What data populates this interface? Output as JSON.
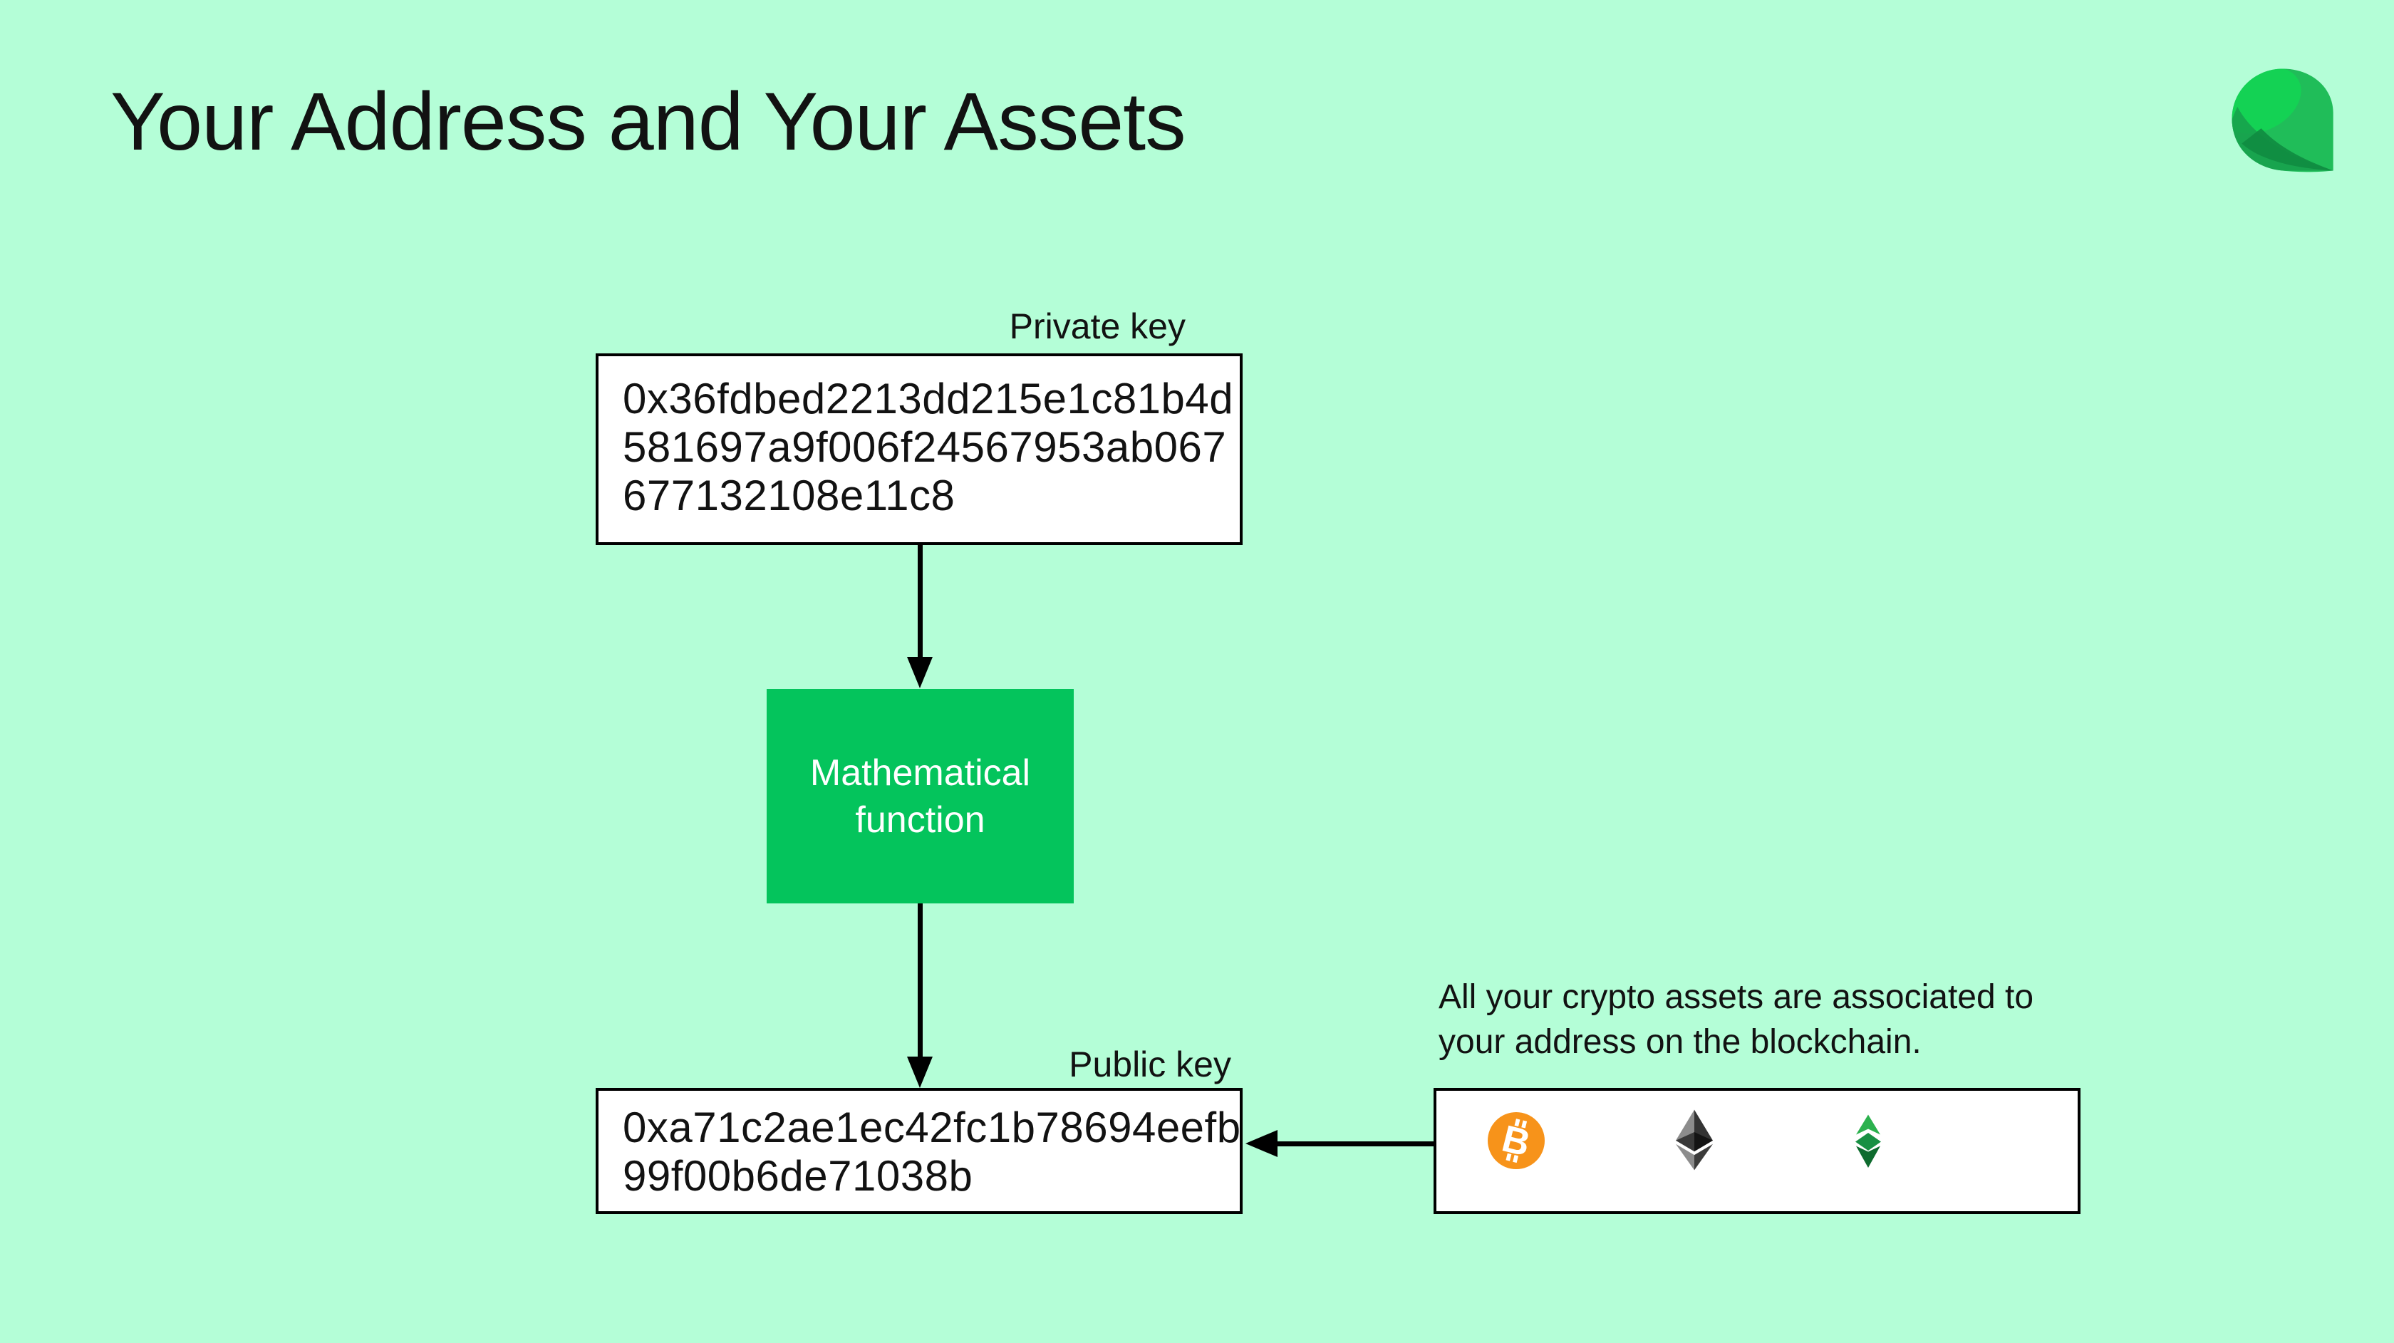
{
  "slide": {
    "title": "Your Address and Your Assets"
  },
  "colors": {
    "background": "#b4fed7",
    "green": "#04c45c",
    "ink": "#121212",
    "line-black": "#000000",
    "box-bg": "#ffffff",
    "bitcoin-orange": "#f7931a",
    "logo-light": "#14d254",
    "logo-mid": "#20bd59",
    "logo-dark": "#17a14c",
    "logo-deep": "#108c41",
    "eth-left": "#8c8c8c",
    "eth-right": "#343434",
    "eth-mid-right": "#141414",
    "eth-mid-left": "#393939",
    "eth-bottom-right": "#3c3c3b",
    "etc-top": "#2cb14e",
    "etc-mid": "#189043",
    "etc-bottom": "#0e6b2e"
  },
  "private_key": {
    "label": "Private key",
    "lines": [
      "0x36fdbed2213dd215e1c81b4d",
      "581697a9f006f24567953ab067",
      "677132108e11c8"
    ]
  },
  "math_function": {
    "lines": [
      "Mathematical",
      "function"
    ]
  },
  "public_key": {
    "label": "Public key",
    "lines": [
      "0xa71c2ae1ec42fc1b78694eefb",
      "99f00b6de71038b"
    ]
  },
  "assets_note": {
    "lines": [
      "All your crypto assets are associated to",
      "your address on the blockchain."
    ]
  },
  "assets": {
    "bitcoin_symbol": "B",
    "icons": [
      "bitcoin",
      "ethereum",
      "ethereum-classic"
    ]
  }
}
